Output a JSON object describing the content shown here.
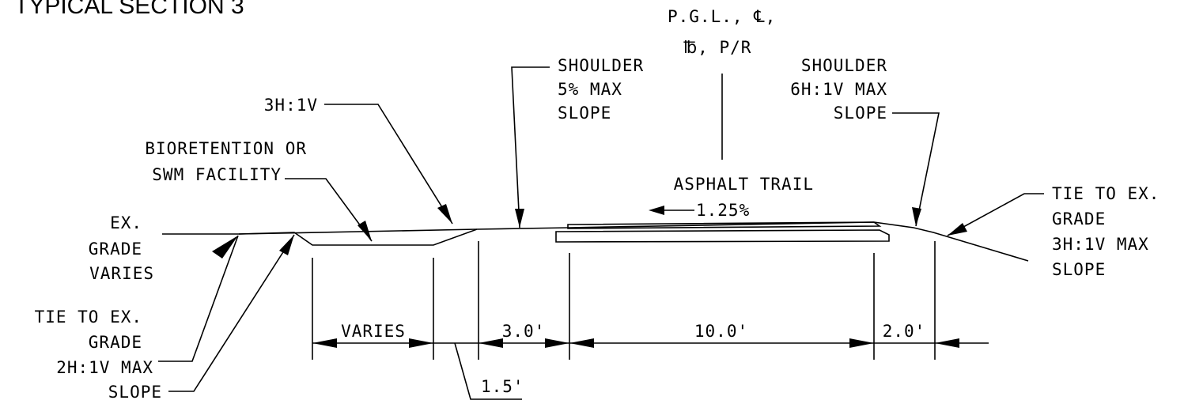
{
  "title": "TYPICAL SECTION 3",
  "labels": {
    "pgl_line1": "P.G.L., ℄,",
    "pgl_line2": "℔, P/R",
    "shoulder_left": [
      "SHOULDER",
      "5% MAX",
      "SLOPE"
    ],
    "shoulder_right": [
      "SHOULDER",
      "6H:1V MAX",
      "SLOPE"
    ],
    "slope_3h1v": "3H:1V",
    "bioretention": [
      "BIORETENTION OR",
      "SWM FACILITY"
    ],
    "asphalt_trail": "ASPHALT TRAIL",
    "cross_slope": "1.25%",
    "ex_grade": [
      "EX.",
      "GRADE",
      "VARIES"
    ],
    "tie_left": [
      "TIE TO EX.",
      "GRADE",
      "2H:1V MAX",
      "SLOPE"
    ],
    "tie_right": [
      "TIE TO EX.",
      "GRADE",
      "3H:1V MAX",
      "SLOPE"
    ]
  },
  "dimensions": {
    "varies": "VARIES",
    "d1": "1.5'",
    "d2": "3.0'",
    "d3": "10.0'",
    "d4": "2.0'"
  }
}
